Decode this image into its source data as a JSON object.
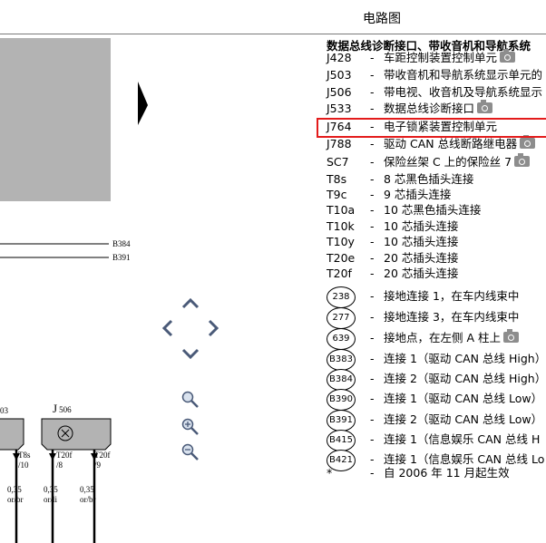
{
  "header": {
    "title": "电路图"
  },
  "diagram": {
    "wire_labels": [
      "B384",
      "B391"
    ],
    "left_label": "03",
    "component": {
      "code": "J",
      "sub": "506"
    },
    "pins": [
      "T8s\n/10",
      "T20f\n/8",
      "T20f\n/9"
    ],
    "wires": [
      "0,35\nor/br",
      "0,35\nor/li",
      "0,35\nor/br"
    ]
  },
  "legend": {
    "title": "数据总线诊断接口、带收音机和导航系统",
    "items": [
      {
        "code": "J428",
        "desc": "车距控制装置控制单元",
        "camera": true
      },
      {
        "code": "J503",
        "desc": "带收音机和导航系统显示单元的",
        "camera": false
      },
      {
        "code": "J506",
        "desc": "带电视、收音机及导航系统显示",
        "camera": false
      },
      {
        "code": "J533",
        "desc": "数据总线诊断接口",
        "camera": true
      },
      {
        "code": "J764",
        "desc": "电子锁紧装置控制单元",
        "camera": false
      },
      {
        "code": "J788",
        "desc": "驱动 CAN 总线断路继电器",
        "camera": true
      },
      {
        "code": "SC7",
        "desc": "保险丝架 C 上的保险丝 7",
        "camera": true
      },
      {
        "code": "T8s",
        "desc": "8 芯黑色插头连接",
        "camera": false
      },
      {
        "code": "T9c",
        "desc": "9 芯插头连接",
        "camera": false
      },
      {
        "code": "T10a",
        "desc": "10 芯黑色插头连接",
        "camera": false
      },
      {
        "code": "T10k",
        "desc": "10 芯插头连接",
        "camera": false
      },
      {
        "code": "T10y",
        "desc": "10 芯插头连接",
        "camera": false
      },
      {
        "code": "T20e",
        "desc": "20 芯插头连接",
        "camera": false
      },
      {
        "code": "T20f",
        "desc": "20 芯插头连接",
        "camera": false
      }
    ],
    "circled": [
      {
        "code": "238",
        "desc": "接地连接 1，在车内线束中"
      },
      {
        "code": "277",
        "desc": "接地连接 3，在车内线束中"
      },
      {
        "code": "639",
        "desc": "接地点，在左侧 A 柱上",
        "camera": true
      },
      {
        "code": "B383",
        "desc": "连接 1（驱动 CAN 总线 High）"
      },
      {
        "code": "B384",
        "desc": "连接 2（驱动 CAN 总线 High）"
      },
      {
        "code": "B390",
        "desc": "连接 1（驱动 CAN 总线 Low）"
      },
      {
        "code": "B391",
        "desc": "连接 2（驱动 CAN 总线 Low）"
      },
      {
        "code": "B415",
        "desc": "连接 1（信息娱乐 CAN 总线 H"
      },
      {
        "code": "B421",
        "desc": "连接 1（信息娱乐 CAN 总线 Lo"
      }
    ],
    "note": {
      "code": "*",
      "desc": "自 2006 年 11 月起生效"
    }
  },
  "highlight": {
    "color": "#e31b1b",
    "target": "J764"
  }
}
